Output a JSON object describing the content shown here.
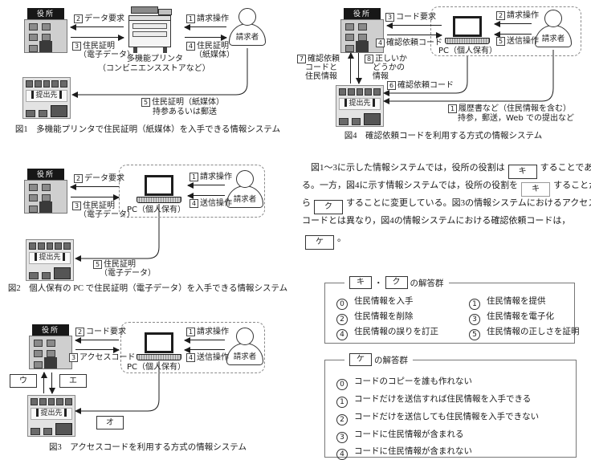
{
  "common": {
    "office": "役所",
    "destination": "提出先",
    "requester": "請求者",
    "pc_label": "PC（個人保有）"
  },
  "fig1": {
    "caption": "図1　多機能プリンタで住民証明（紙媒体）を入手できる情報システム",
    "printer_name": "多機能プリンタ",
    "printer_sub": "（コンビニエンスストアなど）",
    "step1_num": "1",
    "step1": "請求操作",
    "step2_num": "2",
    "step2": "データ要求",
    "step3_num": "3",
    "step3": "住民証明",
    "step3b": "（電子データ）",
    "step4_num": "4",
    "step4": "住民証明",
    "step4b": "（紙媒体）",
    "step5_num": "5",
    "step5": "住民証明（紙媒体）",
    "step5b": "持参あるいは郵送"
  },
  "fig2": {
    "caption": "図2　個人保有の PC で住民証明（電子データ）を入手できる情報システム",
    "step1_num": "1",
    "step1": "請求操作",
    "step2_num": "2",
    "step2": "データ要求",
    "step3_num": "3",
    "step3": "住民証明",
    "step3b": "（電子データ）",
    "step4_num": "4",
    "step4": "送信操作",
    "step5_num": "5",
    "step5": "住民証明",
    "step5b": "（電子データ）"
  },
  "fig3": {
    "caption": "図3　アクセスコードを利用する方式の情報システム",
    "step1_num": "1",
    "step1": "請求操作",
    "step2_num": "2",
    "step2": "コード要求",
    "step3_num": "3",
    "step3": "アクセスコード",
    "step4_num": "4",
    "step4": "送信操作",
    "blank_u": "ウ",
    "blank_e": "エ",
    "blank_o": "オ"
  },
  "fig4": {
    "caption": "図4　確認依頼コードを利用する方式の情報システム",
    "step1_num": "1",
    "step1": "履歴書など（住民情報を含む）",
    "step1b": "持参，郵送，Web での提出など",
    "step2_num": "2",
    "step2": "請求操作",
    "step3_num": "3",
    "step3": "コード要求",
    "step4_num": "4",
    "step4": "確認依頼コード",
    "step5_num": "5",
    "step5": "送信操作",
    "step6_num": "6",
    "step6": "確認依頼コード",
    "step7_num": "7",
    "step7a": "確認依頼",
    "step7b": "コードと",
    "step7c": "住民情報",
    "step8_num": "8",
    "step8a": "正しいか",
    "step8b": "どうかの",
    "step8c": "情報"
  },
  "paragraph": {
    "l1a": "　図1～3に示した情報システムでは，役所の役割は",
    "box_ki": "キ",
    "l1b": "することであ",
    "l2a": "る。一方，図4に示す情報システムでは，役所の役割を",
    "l2b": "することか",
    "l3a": "ら",
    "box_ku": "ク",
    "l3b": "することに変更している。図3の情報システムにおけるアクセス",
    "l4": "コードとは異なり，図4の情報システムにおける確認依頼コードは，",
    "box_ke": "ケ",
    "l5b": "。"
  },
  "group_kiku": {
    "title_box1": "キ",
    "title_sep": "・",
    "title_box2": "ク",
    "title_suffix": "の解答群",
    "options": [
      {
        "n": "0",
        "t": "住民情報を入手"
      },
      {
        "n": "1",
        "t": "住民情報を提供"
      },
      {
        "n": "2",
        "t": "住民情報を削除"
      },
      {
        "n": "3",
        "t": "住民情報を電子化"
      },
      {
        "n": "4",
        "t": "住民情報の誤りを訂正"
      },
      {
        "n": "5",
        "t": "住民情報の正しさを証明"
      }
    ]
  },
  "group_ke": {
    "title_box": "ケ",
    "title_suffix": "の解答群",
    "options": [
      {
        "n": "0",
        "t": "コードのコピーを誰も作れない"
      },
      {
        "n": "1",
        "t": "コードだけを送信すれば住民情報を入手できる"
      },
      {
        "n": "2",
        "t": "コードだけを送信しても住民情報を入手できない"
      },
      {
        "n": "3",
        "t": "コードに住民情報が含まれる"
      },
      {
        "n": "4",
        "t": "コードに住民情報が含まれない"
      }
    ]
  }
}
